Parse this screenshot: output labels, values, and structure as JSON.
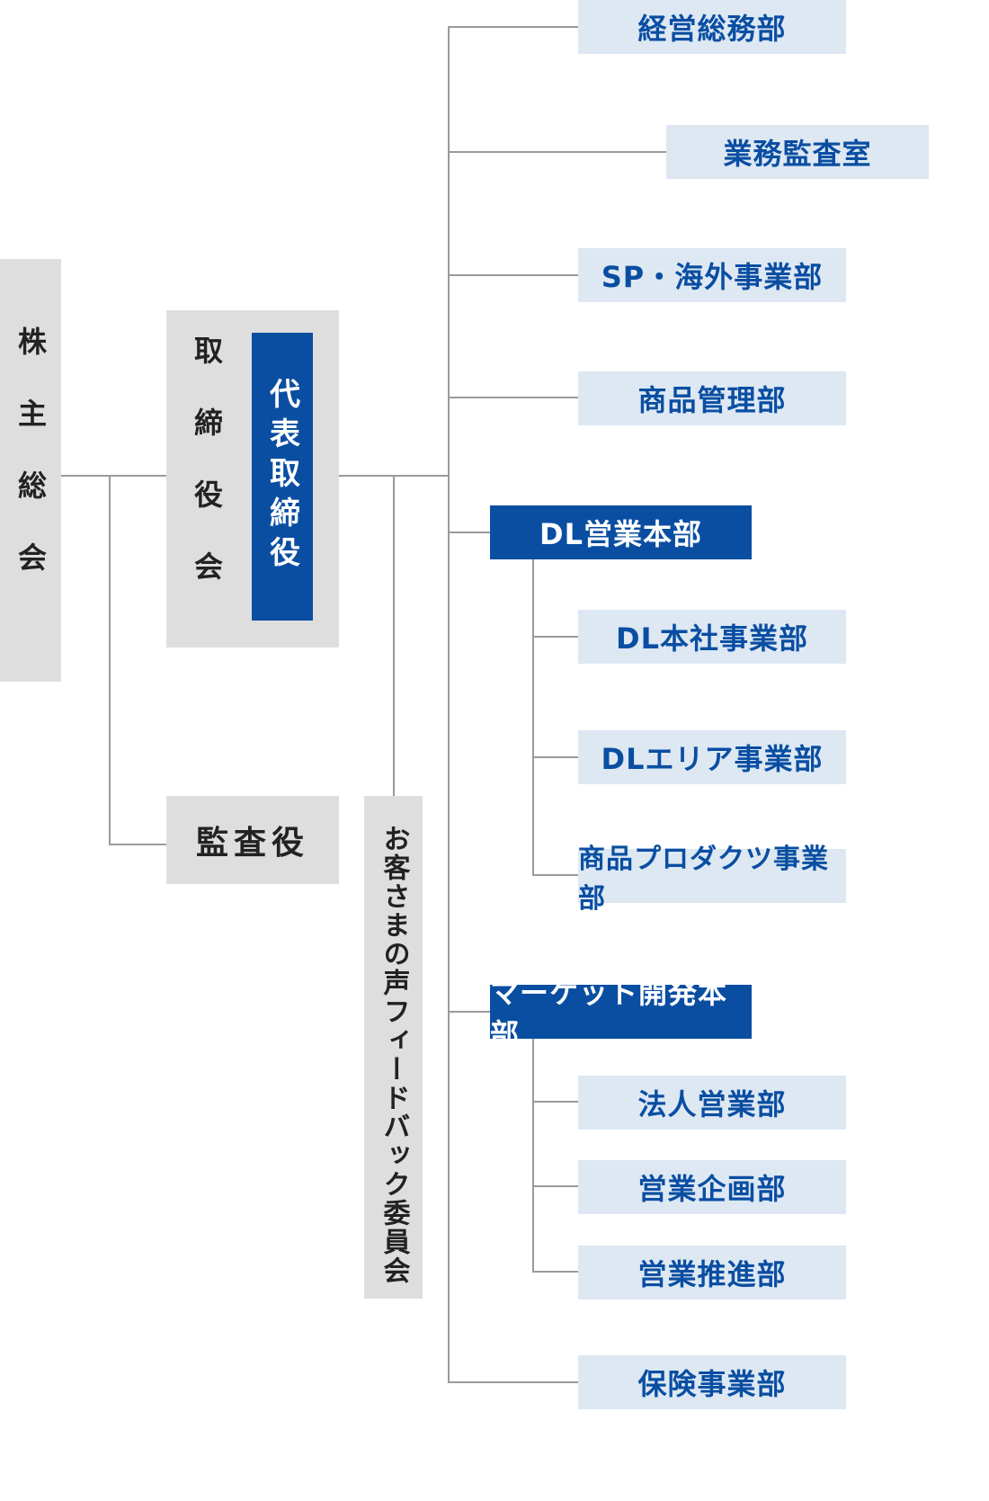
{
  "left": {
    "shareholders_meeting": "株主総会",
    "board_of_directors": "取締役会",
    "representative_director": "代表取締役",
    "auditor": "監査役",
    "feedback_committee": "お客さまの声フィードバック委員会"
  },
  "departments": {
    "management_general_affairs": "経営総務部",
    "internal_audit_office": "業務監査室",
    "sp_overseas": "SP・海外事業部",
    "product_management": "商品管理部",
    "dl_sales_hq": "DL営業本部",
    "dl_head_office_business": "DL本社事業部",
    "dl_area_business": "DLエリア事業部",
    "product_products_business": "商品プロダクツ事業部",
    "market_development_hq": "マーケット開発本部",
    "corporate_sales": "法人営業部",
    "sales_planning": "営業企画部",
    "sales_promotion": "営業推進部",
    "insurance_business": "保険事業部"
  },
  "colors": {
    "dark_blue": "#0a4ea2",
    "light_blue_bg": "#dde8f3",
    "gray_bg": "#dedede",
    "connector": "#9a9a9a"
  }
}
